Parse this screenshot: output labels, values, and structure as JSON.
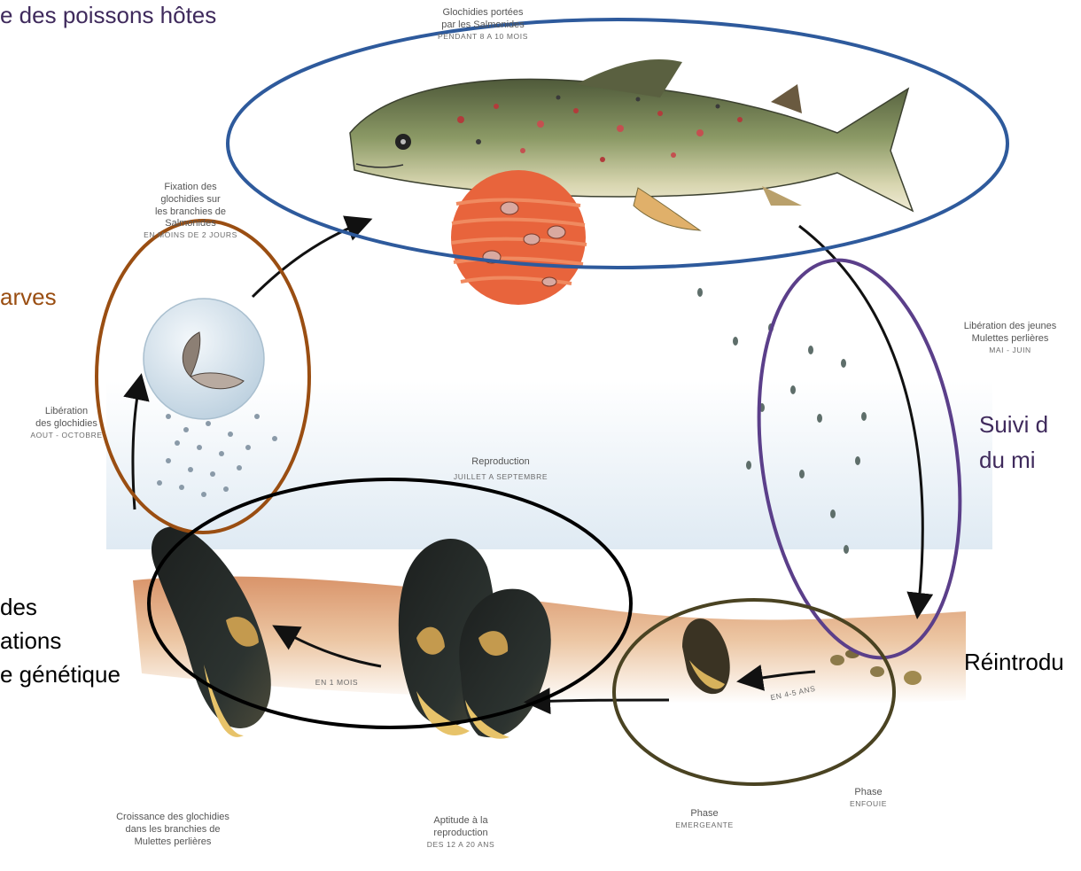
{
  "colors": {
    "host_fish": "#2e5a9c",
    "larvae": "#9a4e12",
    "monitoring": "#5b3f8a",
    "genetics": "#000000",
    "reintroduction": "#4a4322",
    "big_text_purple": "#3f2a5c",
    "big_text_brown": "#9a4e12"
  },
  "overlay": {
    "top_left": "e des poissons hôtes",
    "left_mid": "arves",
    "right_mid_1": "Suivi d",
    "right_mid_2": "du mi",
    "right_low": "Réintrodu",
    "left_low_1": "des",
    "left_low_2": "ations",
    "left_low_3": "e génétique"
  },
  "stages": {
    "carried": {
      "title_1": "Glochidies portées",
      "title_2": "par les Salmonides",
      "timing": "PENDANT 8 A 10 MOIS"
    },
    "fixation": {
      "title_1": "Fixation des",
      "title_2": "glochidies sur",
      "title_3": "les branchies de",
      "title_4": "Salmonides",
      "timing": "EN MOINS DE 2 JOURS"
    },
    "release_juveniles": {
      "title_1": "Libération des jeunes",
      "title_2": "Mulettes perlières",
      "timing": "MAI - JUIN"
    },
    "release_glochidia": {
      "title_1": "Libération",
      "title_2": "des glochidies",
      "timing": "AOUT - OCTOBRE"
    },
    "reproduction": {
      "title": "Reproduction",
      "timing": "JUILLET A SEPTEMBRE"
    },
    "growth": {
      "title_1": "Croissance des glochidies",
      "title_2": "dans les branchies de",
      "title_3": "Mulettes perlières"
    },
    "aptitude": {
      "title_1": "Aptitude à la",
      "title_2": "reproduction",
      "timing": "DES 12 A 20 ANS"
    },
    "emergent": {
      "title_1": "Phase",
      "title_2": "EMERGEANTE"
    },
    "buried": {
      "title_1": "Phase",
      "title_2": "ENFOUIE"
    },
    "in_1_month": "EN 1 MOIS",
    "in_4_5_years": "EN 4-5 ANS"
  }
}
